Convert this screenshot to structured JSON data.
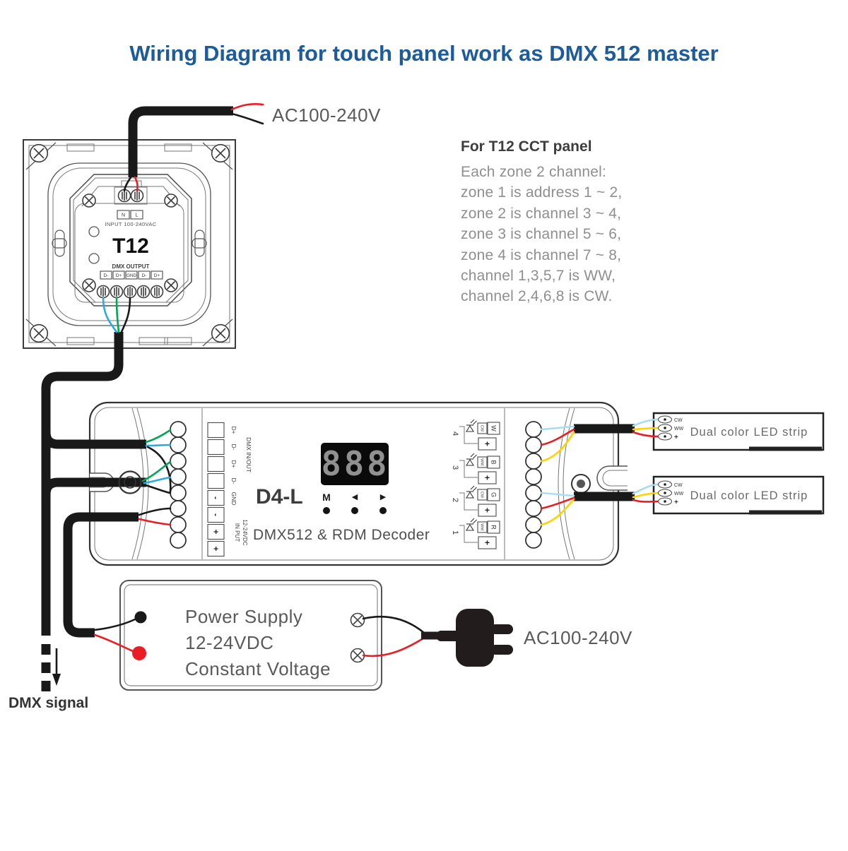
{
  "title": "Wiring Diagram for touch panel work as DMX 512 master",
  "ac_input_top": "AC100-240V",
  "ac_input_bottom": "AC100-240V",
  "dmx_signal": "DMX signal",
  "panel": {
    "model": "T12",
    "input_terminals": [
      "N",
      "L"
    ],
    "input_label": "INPUT 100-240VAC",
    "output_label": "DMX OUTPUT",
    "output_terminals": [
      "D-",
      "D+",
      "GND",
      "D-",
      "D+"
    ]
  },
  "notes": {
    "heading": "For T12 CCT panel",
    "lines": [
      "Each zone 2 channel:",
      "zone 1 is address 1 ~ 2,",
      "zone 2 is channel 3 ~ 4,",
      "zone 3 is channel 5 ~ 6,",
      "zone 4 is channel 7 ~ 8,",
      "channel 1,3,5,7 is WW,",
      "channel 2,4,6,8 is CW."
    ]
  },
  "decoder": {
    "model": "D4-L",
    "subtitle": "DMX512 & RDM Decoder",
    "display": "888",
    "buttons": [
      "M",
      "◀",
      "▶"
    ],
    "dmx_labels": [
      "D+",
      "D-",
      "D+",
      "D-"
    ],
    "dmx_group": "DMX IN/OUT",
    "gnd": "GND",
    "power_group_1": "IN PUT",
    "power_group_2": "12-24VDC",
    "pad_symbols": [
      "-",
      "-",
      "+",
      "+"
    ],
    "plus": "+",
    "channels": [
      {
        "num": "4",
        "white_label": "CW",
        "color_label": "W"
      },
      {
        "num": "3",
        "white_label": "WW",
        "color_label": "B"
      },
      {
        "num": "2",
        "white_label": "CW",
        "color_label": "G"
      },
      {
        "num": "1",
        "white_label": "WW",
        "color_label": "R"
      }
    ]
  },
  "strips": [
    {
      "label": "Dual color LED strip",
      "pads": [
        "CW",
        "WW",
        "+"
      ]
    },
    {
      "label": "Dual color LED strip",
      "pads": [
        "CW",
        "WW",
        "+"
      ]
    }
  ],
  "power_supply": {
    "lines": [
      "Power Supply",
      "12-24VDC",
      "Constant Voltage"
    ]
  },
  "colors": {
    "title_blue": "#1d5b99",
    "wire_red": "#ec1c24",
    "wire_green": "#00a651",
    "wire_blue": "#29abe2",
    "wire_light_blue": "#a8dcf0",
    "wire_yellow": "#ffd200",
    "wire_black": "#191919"
  }
}
